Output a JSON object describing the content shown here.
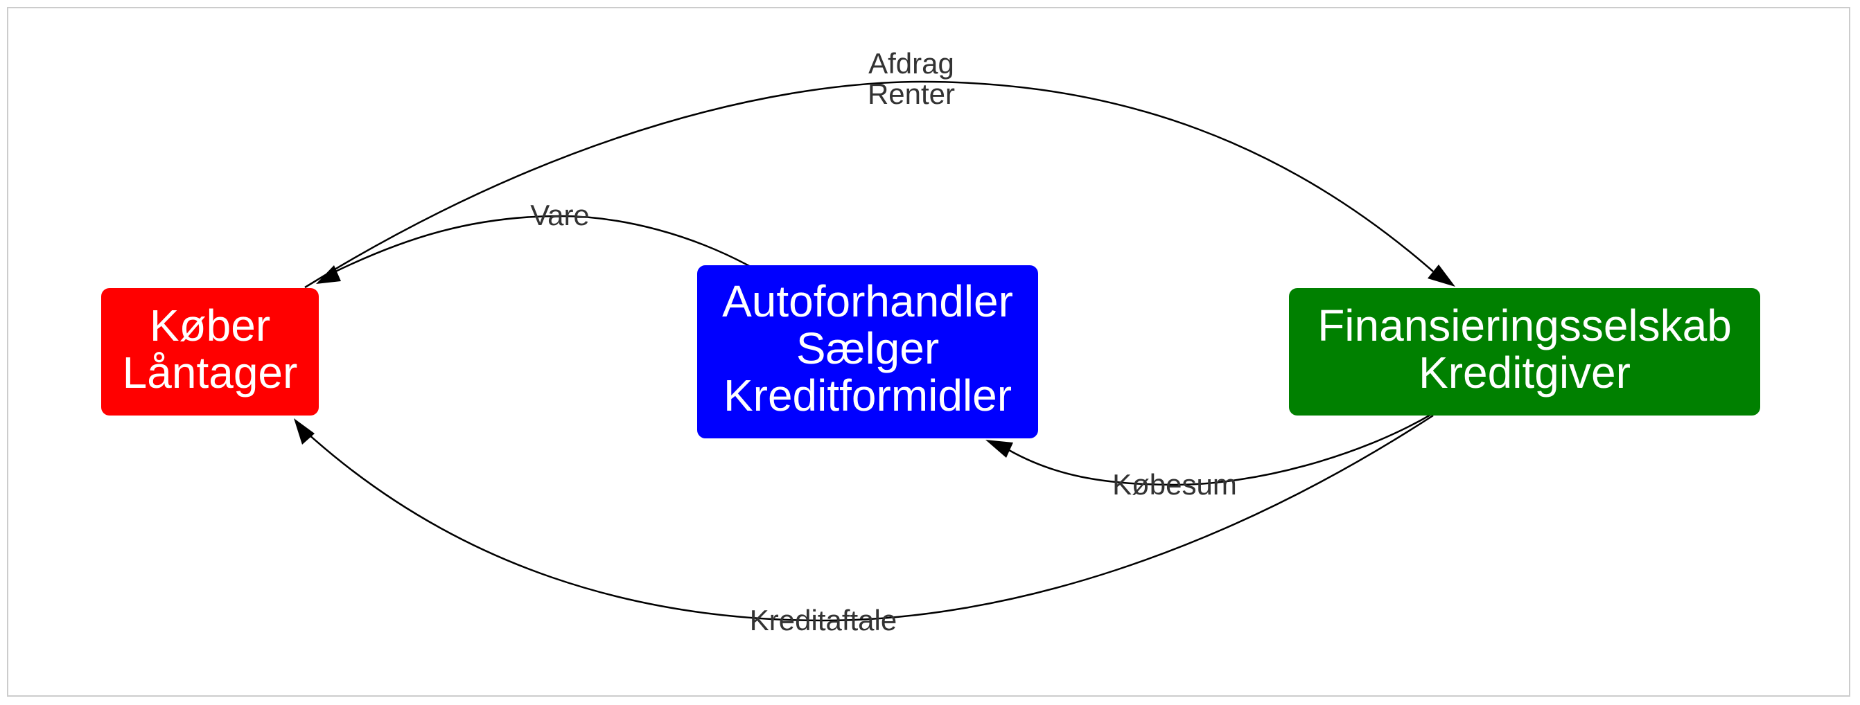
{
  "nodes": {
    "buyer": {
      "line1": "Køber",
      "line2": "Låntager",
      "color": "#ff0000"
    },
    "dealer": {
      "line1": "Autoforhandler",
      "line2": "Sælger",
      "line3": "Kreditformidler",
      "color": "#0000ff"
    },
    "finance": {
      "line1": "Finansieringsselskab",
      "line2": "Kreditgiver",
      "color": "#008000"
    }
  },
  "edges": {
    "buyer_to_finance": {
      "line1": "Afdrag",
      "line2": "Renter"
    },
    "dealer_to_buyer": {
      "label": "Vare"
    },
    "finance_to_dealer": {
      "label": "Købesum"
    },
    "finance_to_buyer": {
      "label": "Kreditaftale"
    }
  },
  "colors": {
    "edge": "#000000",
    "edge_label": "#333333",
    "node_text": "#ffffff"
  }
}
